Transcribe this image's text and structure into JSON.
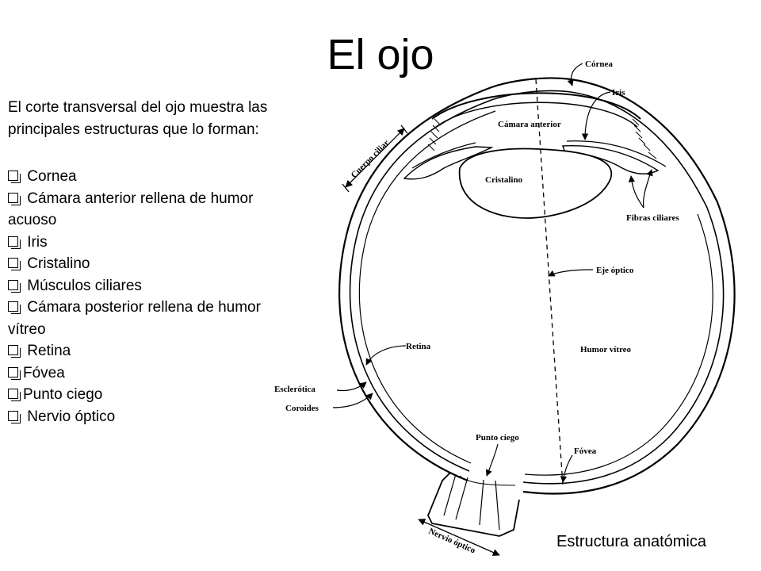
{
  "slide": {
    "title": "El ojo",
    "intro": "El corte transversal del ojo muestra las principales estructuras que lo forman:",
    "bullets": [
      " Cornea",
      " Cámara anterior rellena de humor acuoso",
      " Iris",
      " Cristalino",
      " Músculos ciliares",
      " Cámara posterior rellena de humor vítreo",
      " Retina",
      "Fóvea",
      "Punto ciego",
      " Nervio óptico"
    ],
    "caption": "Estructura anatómica"
  },
  "diagram": {
    "labels": {
      "cornea": "Córnea",
      "iris": "Iris",
      "camara_anterior": "Cámara anterior",
      "cristalino": "Cristalino",
      "cuerpo_ciliar": "Cuerpo ciliar",
      "fibras_ciliares": "Fibras ciliares",
      "eje_optico": "Eje óptico",
      "retina": "Retina",
      "humor_vitreo": "Humor vítreo",
      "esclerotica": "Esclerótica",
      "coroides": "Coroides",
      "punto_ciego": "Punto ciego",
      "fovea": "Fóvea",
      "nervio_optico": "Nervio óptico"
    }
  }
}
